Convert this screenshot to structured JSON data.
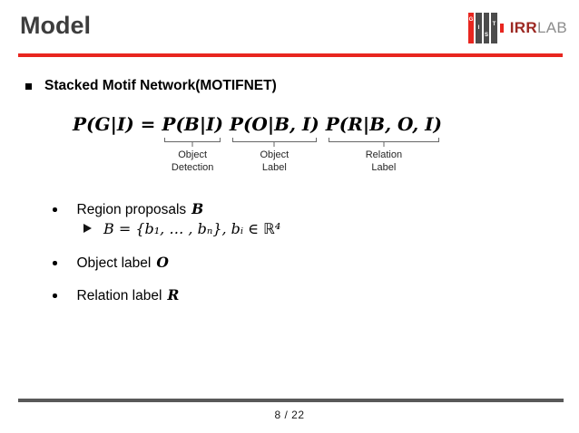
{
  "header": {
    "title": "Model",
    "logo": {
      "icon_letters": [
        "G",
        "I",
        "S",
        "T"
      ],
      "brand_primary": "IRR",
      "brand_secondary": "LAB"
    }
  },
  "content": {
    "heading": "Stacked Motif Network(MOTIFNET)",
    "formula": {
      "lhs": "P(G|I) =",
      "terms": [
        {
          "math": "P(B|I)",
          "label": [
            "Object",
            "Detection"
          ]
        },
        {
          "math": "P(O|B, I)",
          "label": [
            "Object",
            "Label"
          ]
        },
        {
          "math": "P(R|B, O, I)",
          "label": [
            "Relation",
            "Label"
          ]
        }
      ]
    },
    "bullets": [
      {
        "text": "Region proposals",
        "var": "B",
        "sub": "B = {b₁, … , bₙ},  bᵢ ∈  ℝ⁴"
      },
      {
        "text": "Object label",
        "var": "O"
      },
      {
        "text": "Relation label",
        "var": "R"
      }
    ]
  },
  "footer": {
    "page": "8  / 22"
  },
  "colors": {
    "accent_red": "#e8261f",
    "footer_rule_gray": "#595959",
    "title_gray": "#3d3d3d",
    "brand_red": "#9c2822",
    "brand_gray": "#8d8d8d"
  }
}
